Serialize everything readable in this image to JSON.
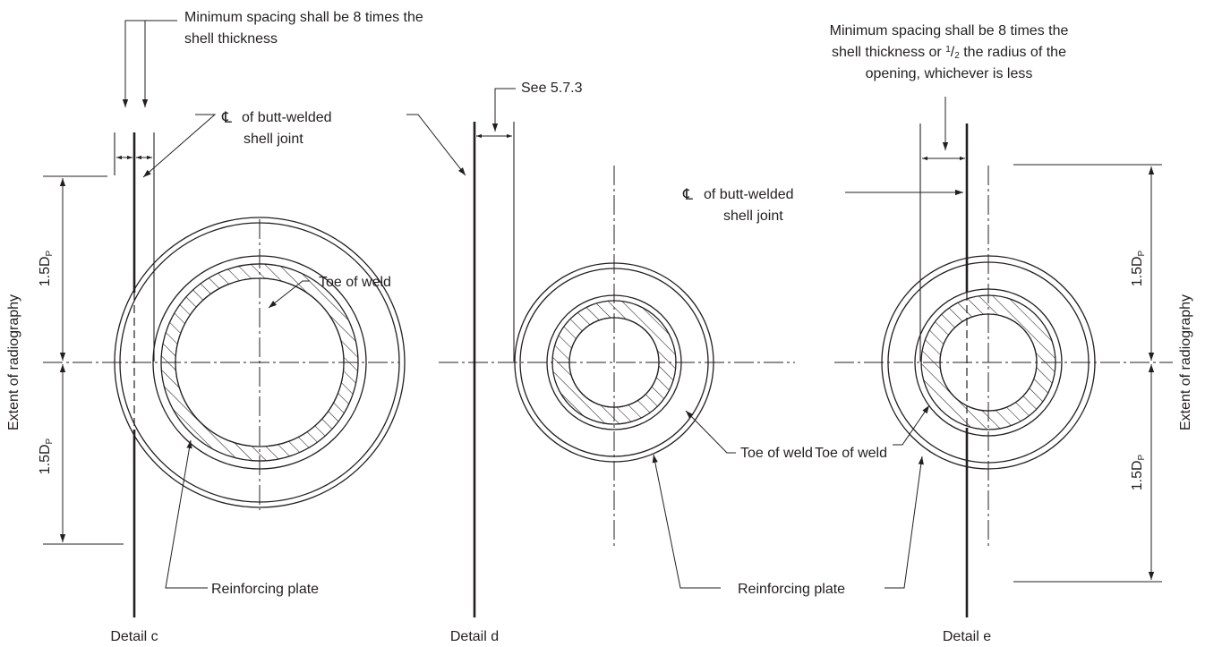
{
  "details": [
    {
      "caption": "Detail c",
      "spacing_note": [
        "Minimum spacing shall be 8 times the",
        "shell thickness"
      ],
      "joint_label": [
        "of butt-welded",
        "shell joint"
      ],
      "toe_label": "Toe of weld",
      "plate_label": "Reinforcing plate",
      "dim_upper": {
        "main": "1.5D",
        "sub": "P"
      },
      "dim_lower": {
        "main": "1.5D",
        "sub": "P"
      },
      "extent_label": "Extent of radiography"
    },
    {
      "caption": "Detail d",
      "see_note": "See 5.7.3",
      "toe_label": "Toe of weld",
      "plate_label": "Reinforcing plate"
    },
    {
      "caption": "Detail e",
      "spacing_note": [
        "Minimum spacing shall be 8 times the",
        "shell thickness or",
        "1",
        "2",
        "the radius of the",
        "opening, whichever is less"
      ],
      "joint_label": [
        "of butt-welded",
        "shell joint"
      ],
      "toe_label": "Toe of weld",
      "plate_label": "Reinforcing plate",
      "dim_upper": {
        "main": "1.5D",
        "sub": "P"
      },
      "dim_lower": {
        "main": "1.5D",
        "sub": "P"
      },
      "extent_label": "Extent of radiography"
    }
  ],
  "centerline_symbol": "℄"
}
